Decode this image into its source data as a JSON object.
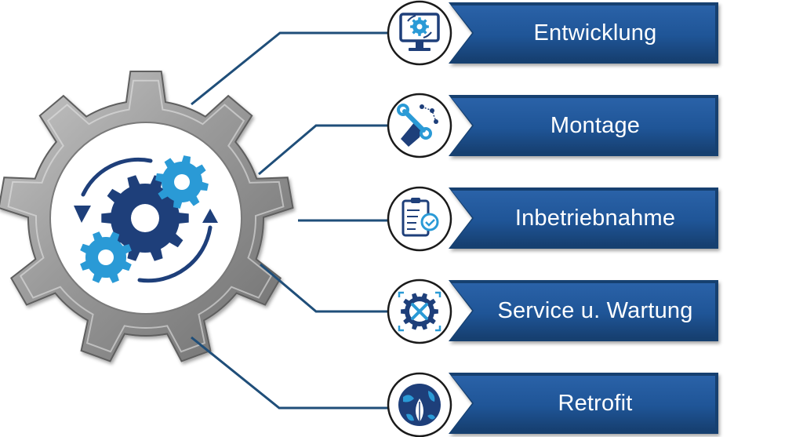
{
  "diagram": {
    "items": [
      {
        "label": "Entwicklung",
        "icon": "monitor-gear-icon"
      },
      {
        "label": "Montage",
        "icon": "hand-wrench-icon"
      },
      {
        "label": "Inbetriebnahme",
        "icon": "clipboard-check-icon"
      },
      {
        "label": "Service u. Wartung",
        "icon": "gear-tools-icon"
      },
      {
        "label": "Retrofit",
        "icon": "globe-leaf-icon"
      }
    ],
    "center_icon": "rotating-gears-icon"
  },
  "colors": {
    "banner": "#1f5597",
    "banner_dark": "#16406f",
    "connector": "#1f4e79",
    "gear_metal": "#8c8c8c",
    "icon_navy": "#1e3f7a",
    "icon_light": "#2a9ad6"
  }
}
